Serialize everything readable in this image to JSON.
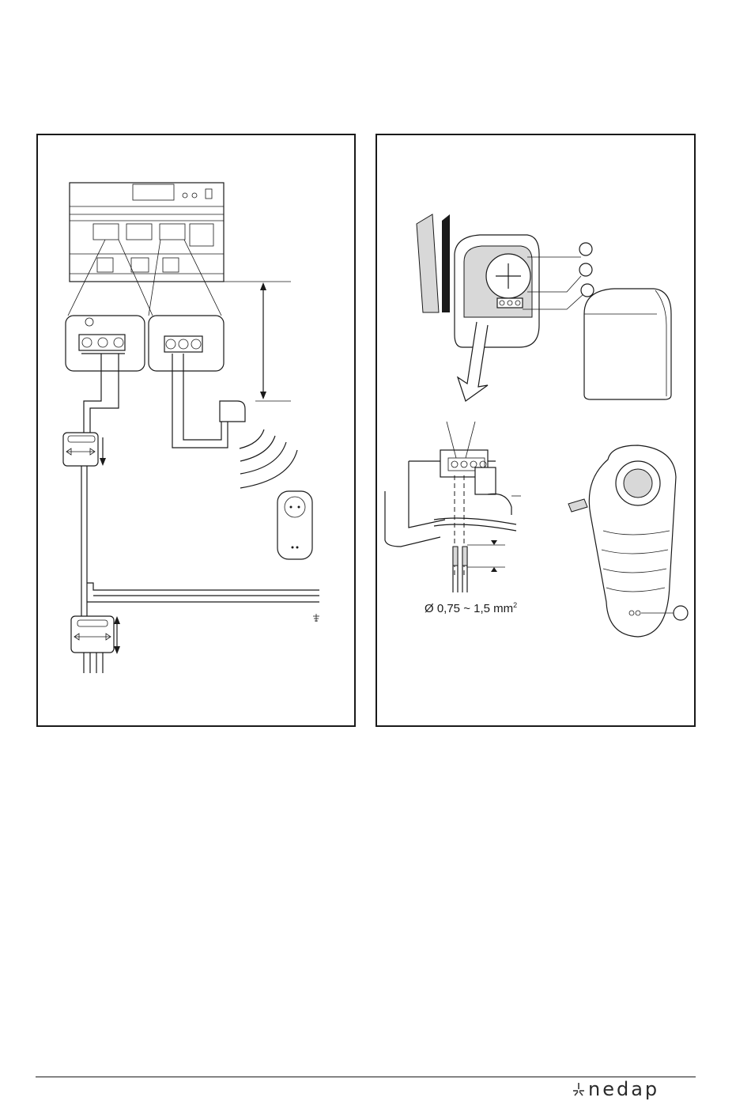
{
  "diagrams": {
    "wire_spec": {
      "prefix": "Ø 0,75 ~ 1,5 mm",
      "superscript": "2"
    }
  },
  "footer": {
    "brand": "nedap"
  },
  "colors": {
    "line": "#1a1a1a",
    "shade": "#d8d8d8",
    "background": "#ffffff"
  }
}
